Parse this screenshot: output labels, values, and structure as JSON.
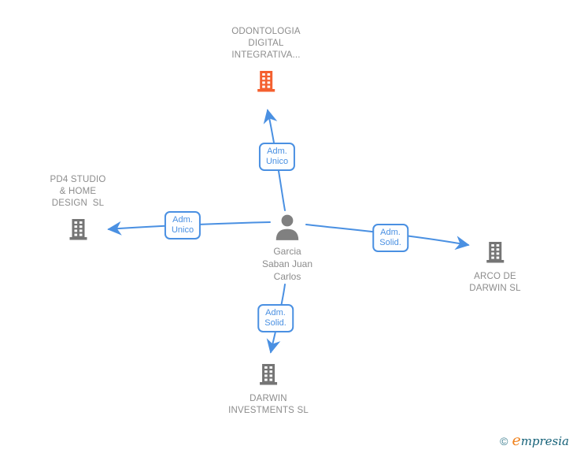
{
  "entities": {
    "odontologia": {
      "line1": "ODONTOLOGIA",
      "line2": "DIGITAL",
      "line3": "INTEGRATIVA..."
    },
    "pd4": {
      "line1": "PD4 STUDIO",
      "line2": "& HOME",
      "line3": "DESIGN  SL"
    },
    "arco": {
      "line1": "ARCO DE",
      "line2": "DARWIN SL"
    },
    "darwin": {
      "line1": "DARWIN",
      "line2": "INVESTMENTS SL"
    },
    "person": {
      "line1": "Garcia",
      "line2": "Saban Juan",
      "line3": "Carlos"
    }
  },
  "relations": {
    "to_odontologia": {
      "line1": "Adm.",
      "line2": "Unico"
    },
    "to_pd4": {
      "line1": "Adm.",
      "line2": "Unico"
    },
    "to_arco": {
      "line1": "Adm.",
      "line2": "Solid."
    },
    "to_darwin": {
      "line1": "Adm.",
      "line2": "Solid."
    }
  },
  "logo": {
    "copyright": "©",
    "initial": "e",
    "rest": "mpresia"
  },
  "colors": {
    "arrow_blue": "#4a90e2",
    "building_gray": "#757575",
    "building_orange": "#f4602f",
    "person_gray": "#808080",
    "text_gray": "#8c8c8c",
    "logo_orange": "#f0831f",
    "logo_teal": "#156178"
  }
}
